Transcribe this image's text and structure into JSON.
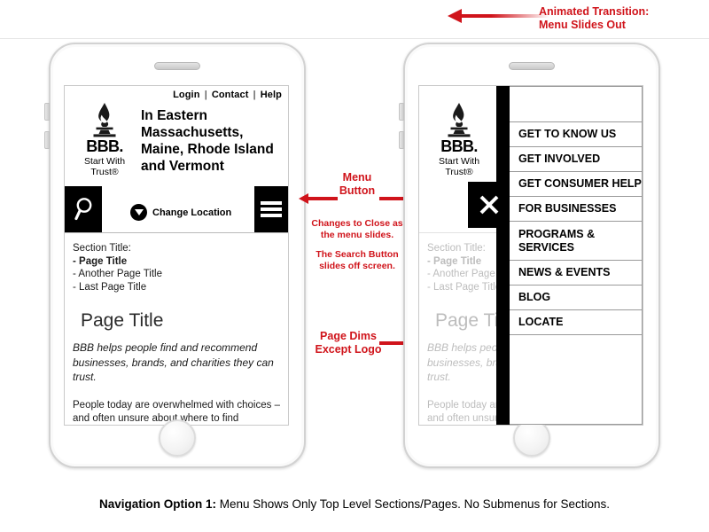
{
  "annotations": {
    "top": {
      "line1": "Animated Transition:",
      "line2": "Menu Slides Out",
      "arrow": "left-arrow-gradient-icon"
    },
    "menu_button": {
      "title_line1": "Menu",
      "title_line2": "Button",
      "note1": "Changes to Close as",
      "note2": "the menu slides.",
      "note3": "The Search Button",
      "note4": "slides off screen."
    },
    "page_dims": {
      "line1": "Page Dims",
      "line2": "Except Logo"
    },
    "accent_color": "#d0141b"
  },
  "caption": {
    "bold": "Navigation Option 1:",
    "rest": " Menu Shows Only Top Level Sections/Pages. No Submenus for Sections."
  },
  "phone1": {
    "utility": {
      "login": "Login",
      "contact": "Contact",
      "help": "Help",
      "separator": "|"
    },
    "logo": {
      "mark": "bbb-torch-logo",
      "wordmark": "BBB.",
      "tagline_line1": "Start With",
      "tagline_line2": "Trust®"
    },
    "location_title": "In Eastern Massachusetts, Maine, Rhode Island and Vermont",
    "search_button": "search-icon",
    "menu_button": "hamburger-icon",
    "change_location": "Change Location",
    "content": {
      "section_title": "Section Title:",
      "links": [
        "- Page Title",
        "- Another Page Title",
        "- Last Page Title"
      ],
      "page_title": "Page Title",
      "lede": "BBB helps people find and recommend businesses, brands, and charities they can trust.",
      "paragraph": "People today are overwhelmed with choices – and often unsure about where to find"
    }
  },
  "phone2": {
    "close_button": "close-x-icon",
    "menu_items": [
      "GET TO KNOW US",
      "GET INVOLVED",
      "GET CONSUMER HELP",
      "FOR BUSINESSES",
      "PROGRAMS & SERVICES",
      "NEWS & EVENTS",
      "BLOG",
      "LOCATE"
    ]
  }
}
